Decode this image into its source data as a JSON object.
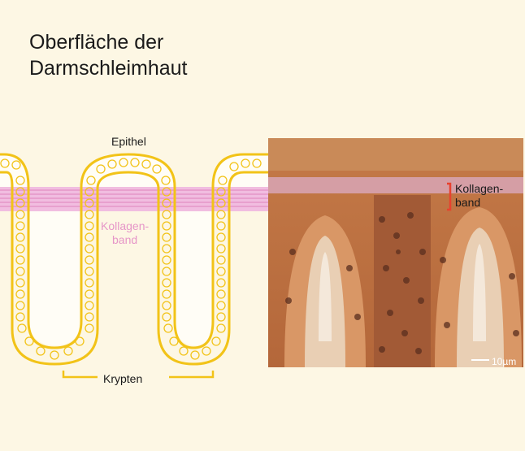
{
  "title": {
    "line1": "Oberfläche der",
    "line2": "Darmschleimhaut"
  },
  "diagram": {
    "epithel_label": "Epithel",
    "kollagen_label_1": "Kollagen-",
    "kollagen_label_2": "band",
    "krypten_label": "Krypten"
  },
  "micrograph": {
    "label_1": "Kollagen-",
    "label_2": "band",
    "scale_label": "10µm"
  },
  "colors": {
    "background": "#FDF7E4",
    "epithelium": "#F2C318",
    "collagen": "#E696C8",
    "bracket": "#E8412E"
  }
}
